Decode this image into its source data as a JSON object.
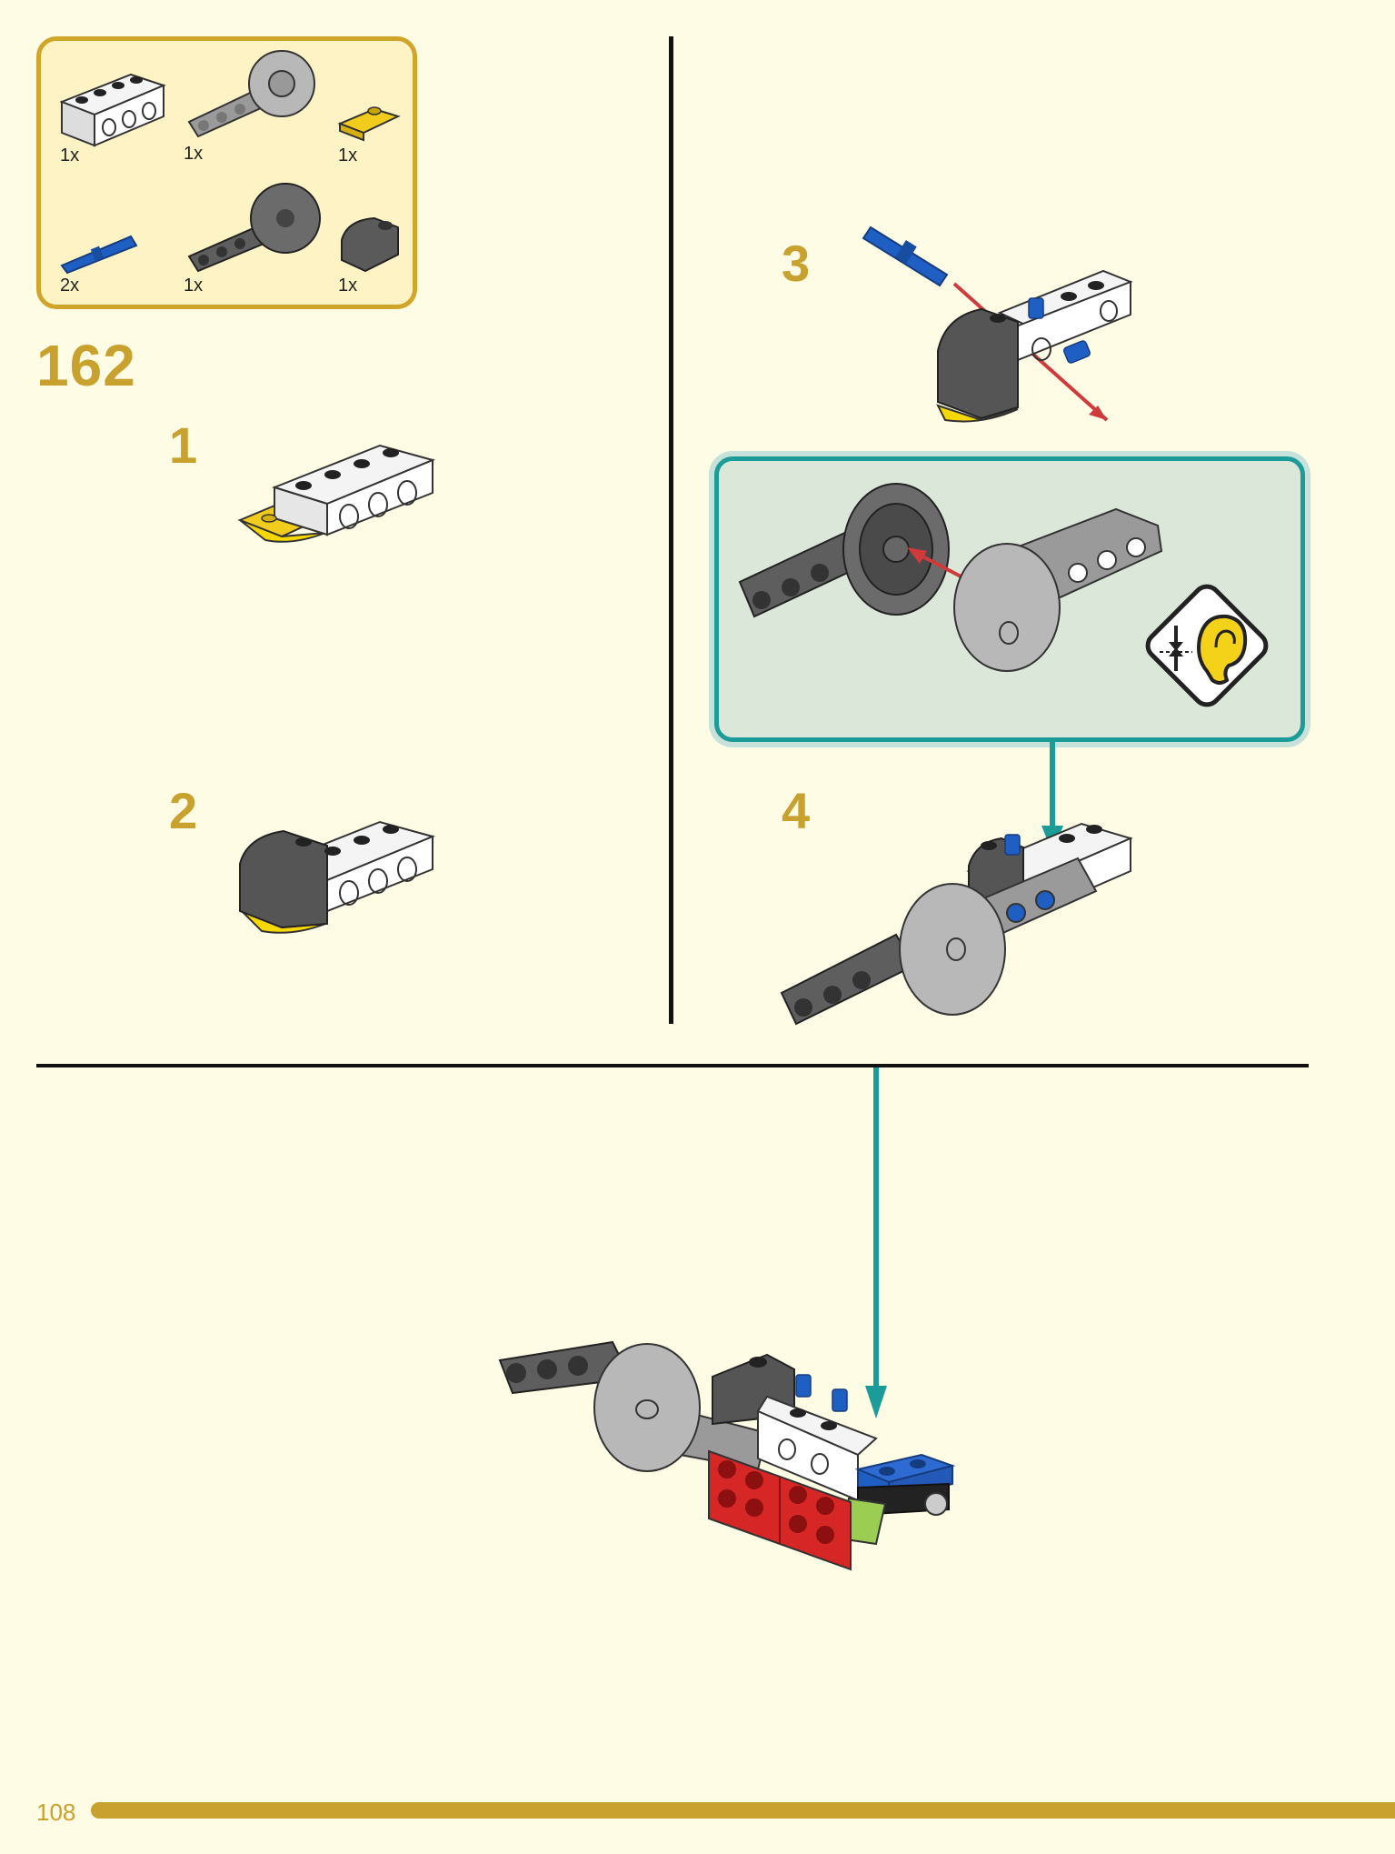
{
  "parts_list": [
    {
      "name": "white-technic-brick-1x4",
      "quantity": "1x"
    },
    {
      "name": "gray-cam-liftarm",
      "quantity": "1x"
    },
    {
      "name": "yellow-curved-slope",
      "quantity": "1x"
    },
    {
      "name": "blue-technic-pin",
      "quantity": "2x"
    },
    {
      "name": "dark-gray-cam-liftarm",
      "quantity": "1x"
    },
    {
      "name": "dark-gray-curved-slope",
      "quantity": "1x"
    }
  ],
  "main_step_number": "162",
  "substeps": [
    {
      "number": "1"
    },
    {
      "number": "2"
    },
    {
      "number": "3"
    },
    {
      "number": "4"
    }
  ],
  "callout_icon": "click-sound-ear-icon",
  "page_number": "108",
  "colors": {
    "accent_gold": "#c9a12e",
    "callout_teal": "#1b9c98",
    "background": "#fefce5",
    "arrow_red": "#d03a3a"
  }
}
